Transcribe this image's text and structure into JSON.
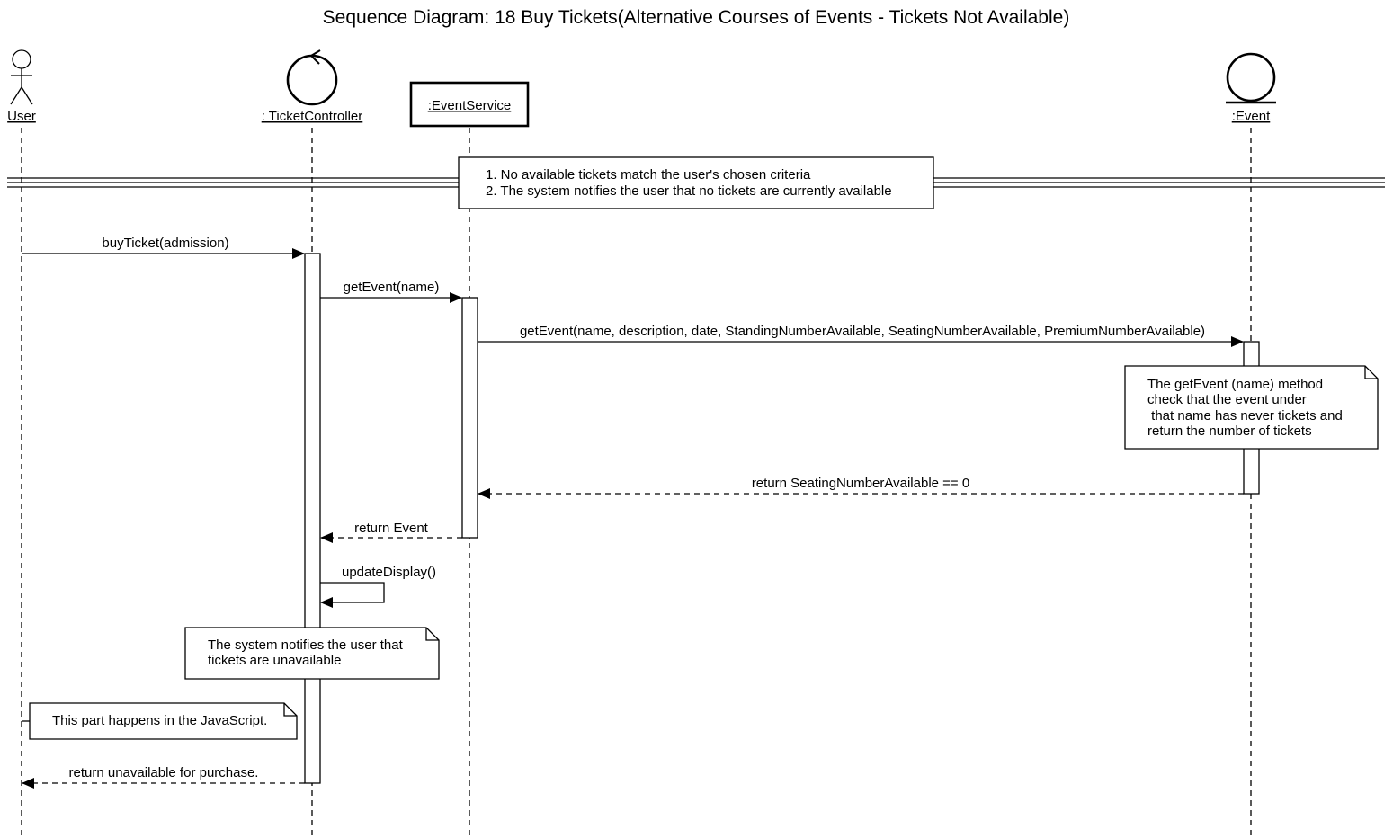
{
  "diagram": {
    "title": "Sequence Diagram: 18 Buy Tickets(Alternative Courses of Events - Tickets Not Available)",
    "participants": {
      "user": {
        "label": "User",
        "kind": "actor"
      },
      "controller": {
        "label": ": TicketController",
        "kind": "control"
      },
      "service": {
        "label": ":EventService",
        "kind": "object"
      },
      "event": {
        "label": ":Event",
        "kind": "entity"
      }
    },
    "frame_note": {
      "line1": "1. No available tickets match the user's chosen criteria",
      "line2": "2. The system notifies the user that no tickets are currently available"
    },
    "messages": {
      "m1": "buyTicket(admission)",
      "m2": "getEvent(name)",
      "m3": "getEvent(name, description, date, StandingNumberAvailable, SeatingNumberAvailable, PremiumNumberAvailable)",
      "m4": "return SeatingNumberAvailable == 0",
      "m5": "return Event",
      "m6": "updateDisplay()",
      "m7": "return unavailable for purchase."
    },
    "notes": {
      "event_note": {
        "line1": "The getEvent (name) method",
        "line2": "check that the event under",
        "line3": " that name has never tickets and",
        "line4": "return the number of tickets"
      },
      "display_note": {
        "line1": "The system notifies the user that",
        "line2": "tickets are unavailable"
      },
      "js_note": {
        "line1": "This part happens in the JavaScript."
      }
    }
  }
}
